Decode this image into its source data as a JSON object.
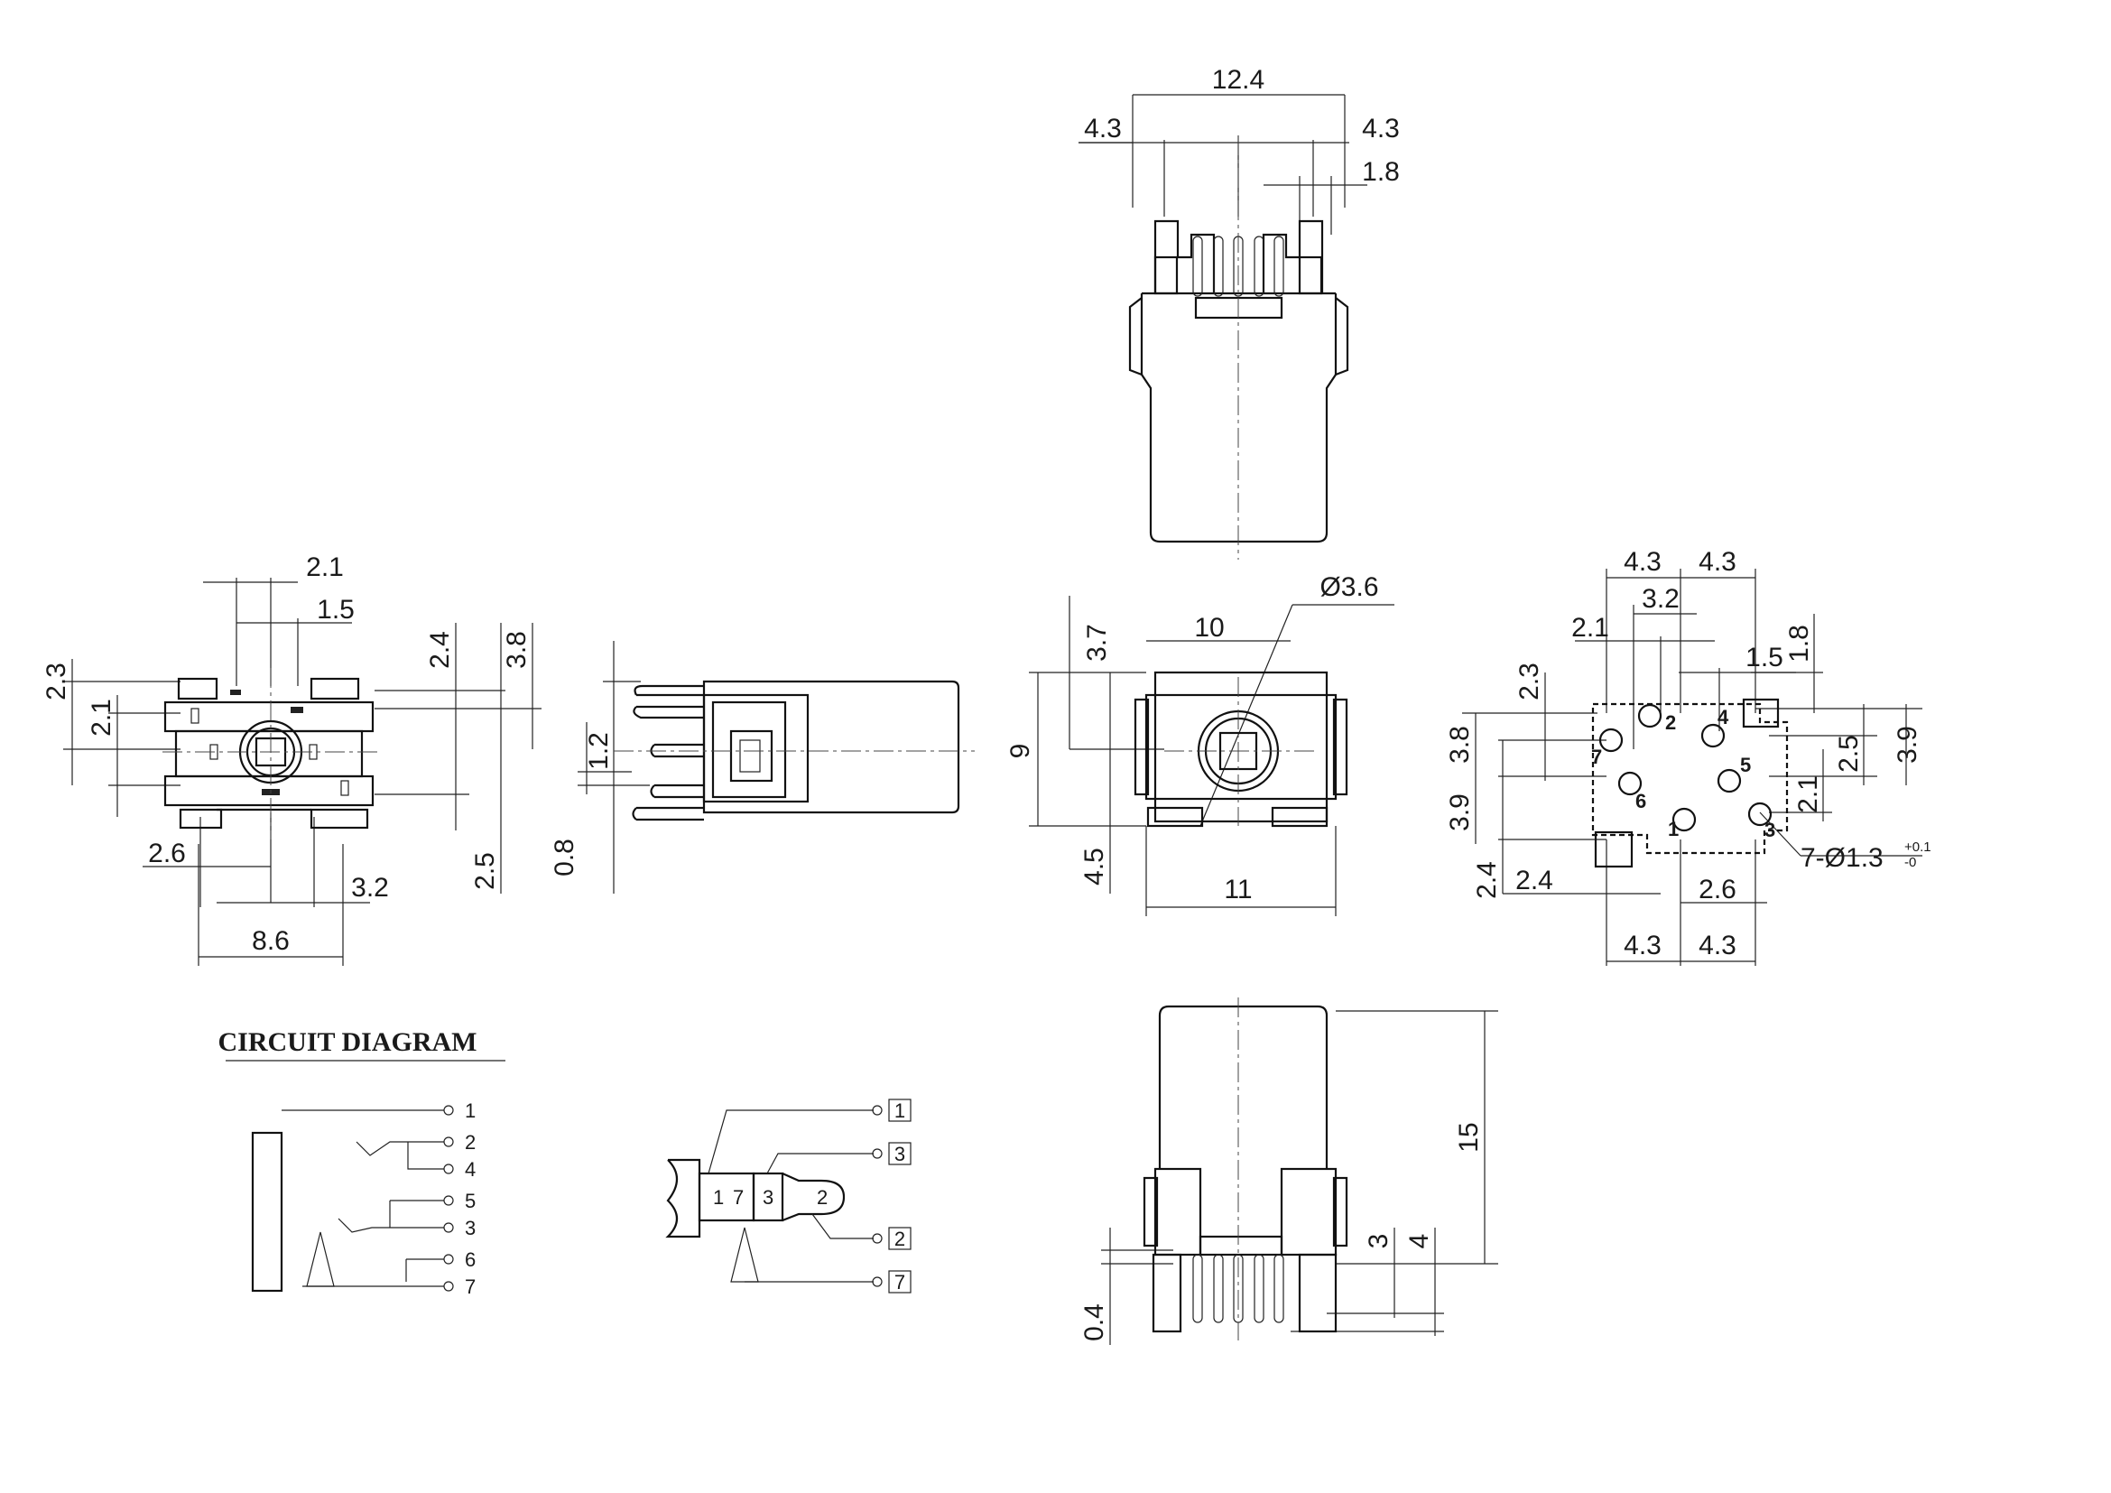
{
  "top_view": {
    "dims": {
      "overall_width": "12.4",
      "left_offset": "4.3",
      "right_offset": "4.3",
      "pin_pitch": "1.8"
    }
  },
  "front_view": {
    "dims": {
      "top_width": "2.1",
      "top_sub": "1.5",
      "left_h1": "2.3",
      "left_h2": "2.1",
      "right_h1": "2.4",
      "right_h2": "3.8",
      "right_h3": "2.5",
      "bottom_left": "2.6",
      "bottom_right": "3.2",
      "bottom_width": "8.6"
    }
  },
  "side_view": {
    "dims": {
      "pin_gap": "1.2",
      "pin_thickness": "0.8"
    }
  },
  "rear_view": {
    "dims": {
      "hole_dia": "Ø3.6",
      "inner_width": "10",
      "top_h": "3.7",
      "height": "9",
      "bottom_h": "4.5",
      "outer_width": "11"
    }
  },
  "pcb_layout": {
    "dims": {
      "top_left": "4.3",
      "top_right": "4.3",
      "top_mid": "3.2",
      "left_x": "2.1",
      "right_x": "1.5",
      "right_v": "1.8",
      "v_23": "2.3",
      "v_38": "3.8",
      "v_39": "3.9",
      "v_24": "2.4",
      "h_24": "2.4",
      "h_26": "2.6",
      "r_25": "2.5",
      "r_39": "3.9",
      "r_21": "2.1",
      "bot_left": "4.3",
      "bot_right": "4.3"
    },
    "hole_note": "7-Ø1.3",
    "tol_upper": "+0.1",
    "tol_lower": "-0",
    "pins": [
      "1",
      "2",
      "3",
      "4",
      "5",
      "6",
      "7"
    ]
  },
  "bottom_view": {
    "dims": {
      "length": "15",
      "pin_len": "3",
      "pin_total": "4",
      "offset": "0.4"
    }
  },
  "circuit": {
    "title": "CIRCUIT DIAGRAM",
    "schematic_pins": [
      "1",
      "2",
      "4",
      "5",
      "3",
      "6",
      "7"
    ],
    "plug_segments": [
      "1",
      "7",
      "3",
      "2"
    ],
    "plug_terminals": [
      "1",
      "3",
      "2",
      "7"
    ]
  }
}
